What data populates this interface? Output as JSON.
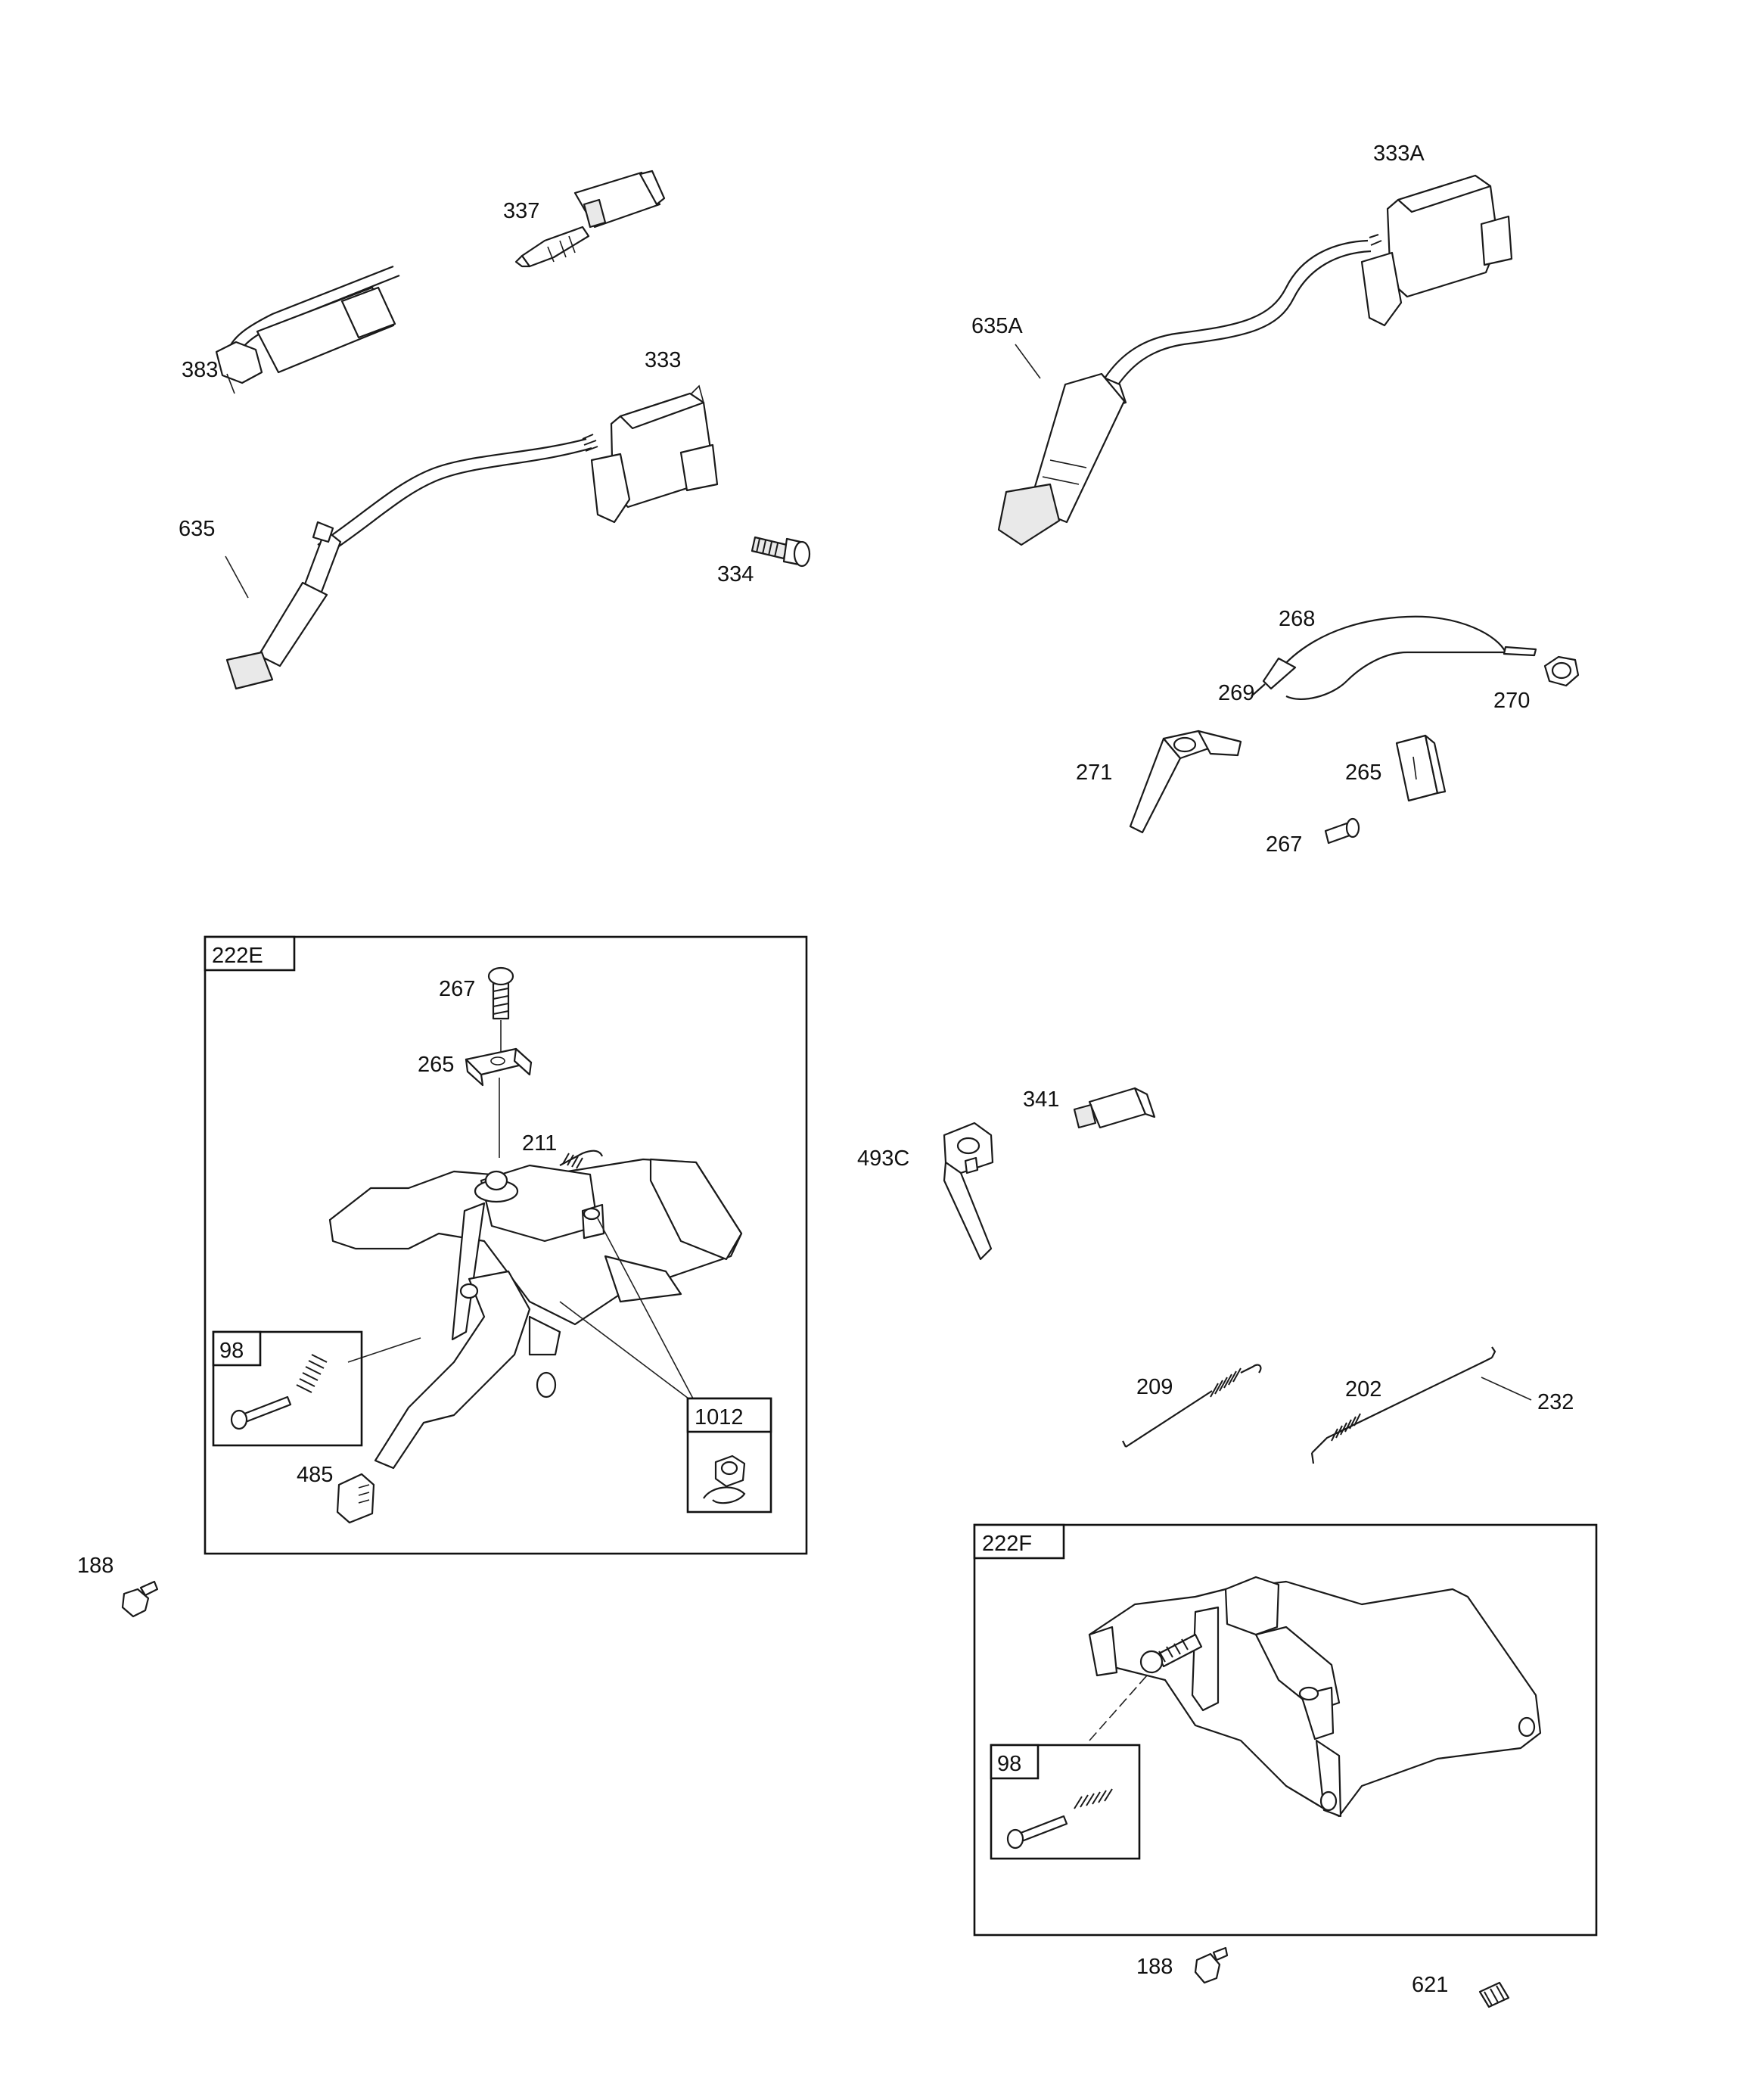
{
  "parts": {
    "p337": "337",
    "p383": "383",
    "p333": "333",
    "p635": "635",
    "p334": "334",
    "p333A": "333A",
    "p635A": "635A",
    "p268": "268",
    "p269": "269",
    "p270": "270",
    "p271": "271",
    "p265": "265",
    "p267": "267",
    "p341": "341",
    "p493C": "493C",
    "p209": "209",
    "p202": "202",
    "p232": "232",
    "p188_left": "188",
    "p188_bottom": "188",
    "p621": "621"
  },
  "box_222E": {
    "title": "222E",
    "p267": "267",
    "p265": "265",
    "p211": "211",
    "p98": "98",
    "p1012": "1012",
    "p485": "485"
  },
  "box_222F": {
    "title": "222F",
    "p98": "98"
  }
}
